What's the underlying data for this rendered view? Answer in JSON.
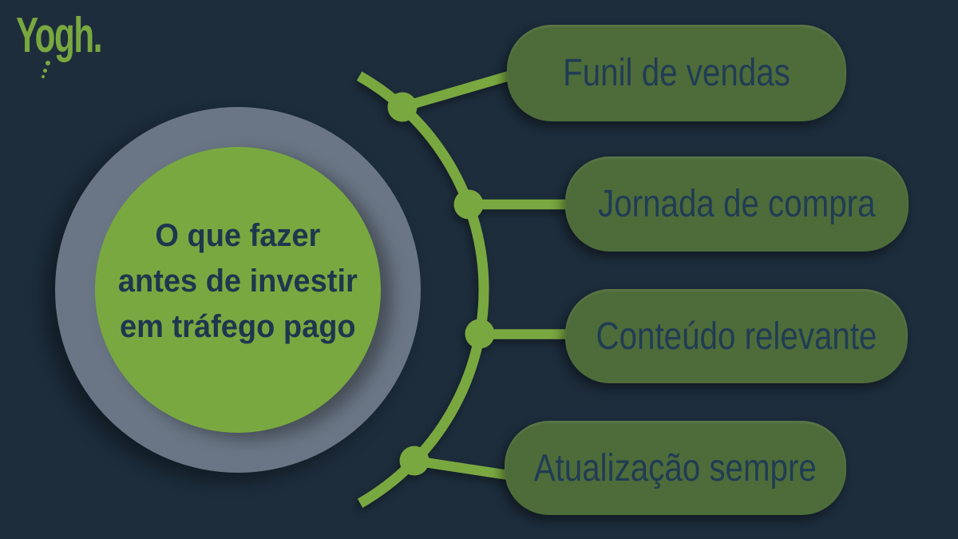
{
  "brand": {
    "logo_text": "Yogh."
  },
  "center": {
    "title_lines": [
      "O que fazer",
      "antes de investir",
      "em tráfego pago"
    ]
  },
  "items": [
    {
      "label": "Funil de vendas"
    },
    {
      "label": "Jornada de compra"
    },
    {
      "label": "Conteúdo relevante"
    },
    {
      "label": "Atualização sempre"
    }
  ],
  "colors": {
    "bg": "#1D2D3C",
    "green": "#7AA840",
    "boxgreen": "#4E6C3A",
    "ring": "#6A7685",
    "title": "#1E374E",
    "label": "#213C54"
  }
}
